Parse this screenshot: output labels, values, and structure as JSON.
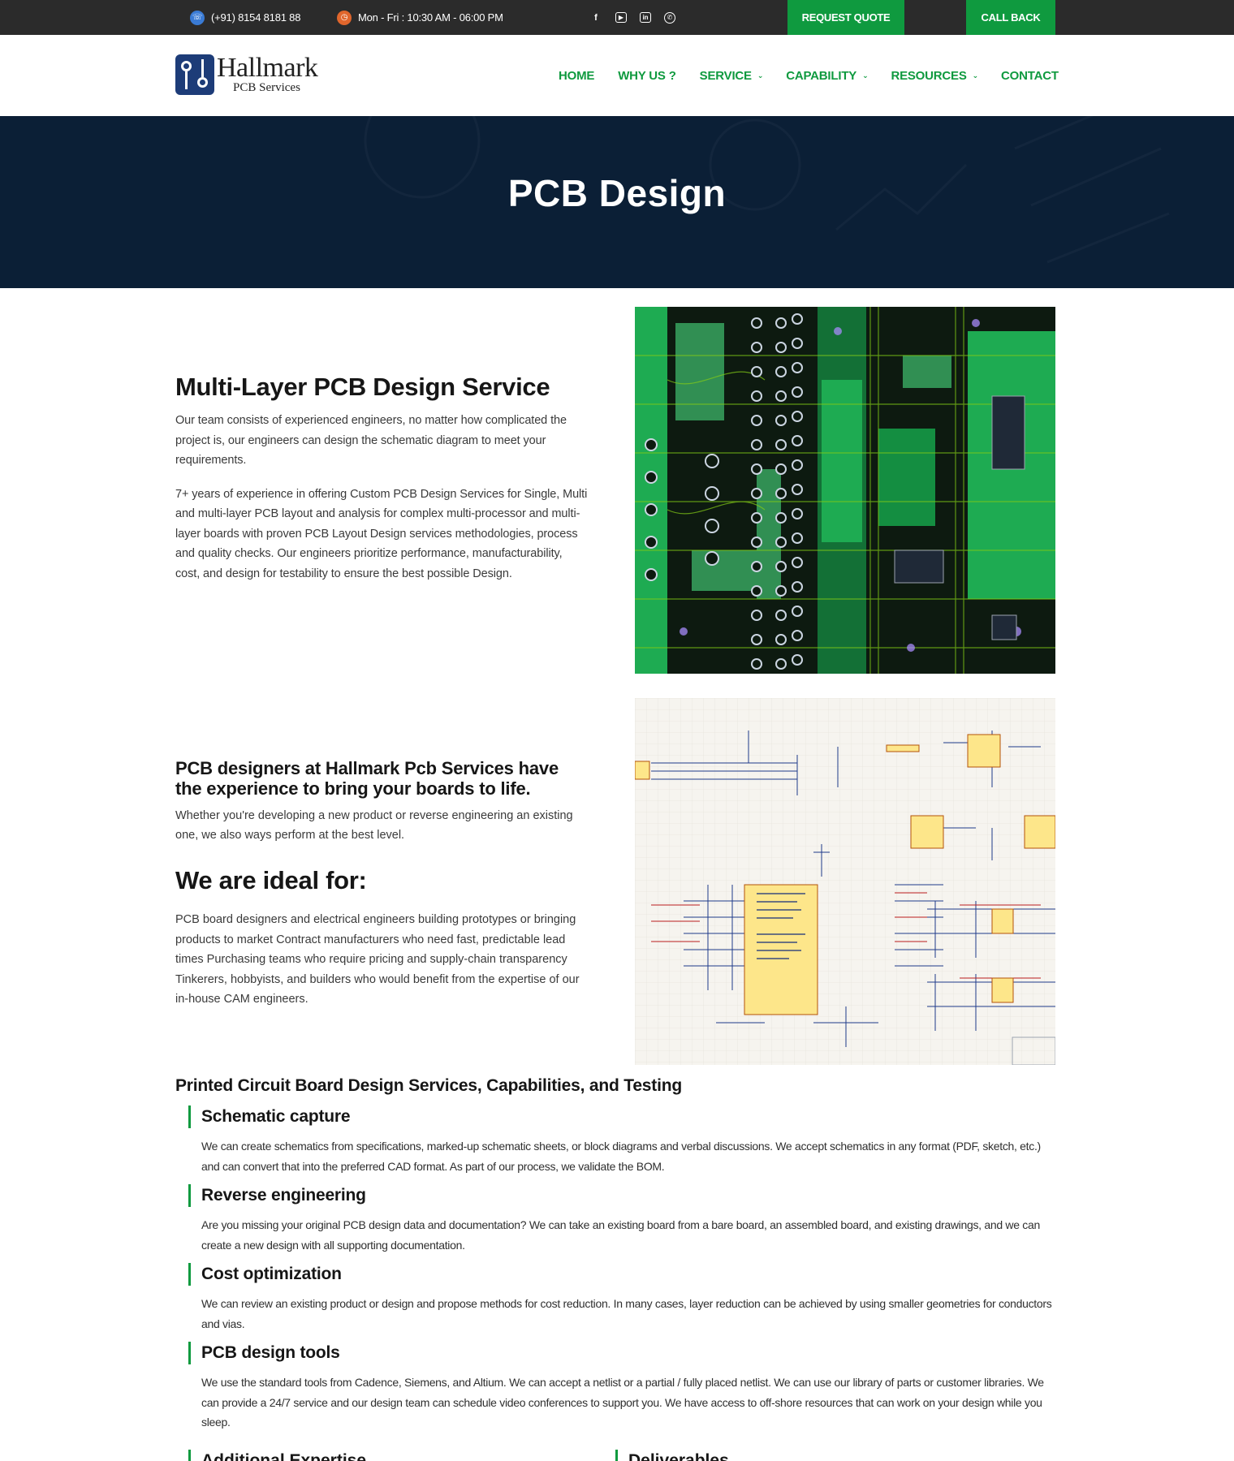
{
  "topbar": {
    "phone": "(+91) 8154 8181 88",
    "hours": "Mon - Fri : 10:30 AM - 06:00 PM",
    "socials": [
      "facebook-icon",
      "youtube-icon",
      "linkedin-icon",
      "whatsapp-icon"
    ],
    "request_quote": "REQUEST QUOTE",
    "call_back": "CALL BACK"
  },
  "header": {
    "logo_name": "Hallmark",
    "logo_sub": "PCB Services",
    "nav": [
      {
        "label": "HOME",
        "dropdown": false
      },
      {
        "label": "WHY US ?",
        "dropdown": false
      },
      {
        "label": "SERVICE",
        "dropdown": true
      },
      {
        "label": "CAPABILITY",
        "dropdown": true
      },
      {
        "label": "RESOURCES",
        "dropdown": true
      },
      {
        "label": "CONTACT",
        "dropdown": false
      }
    ]
  },
  "hero": {
    "title": "PCB Design"
  },
  "section1": {
    "title": "Multi-Layer PCB Design Service",
    "para1": "Our team consists of experienced engineers, no matter how complicated the project is, our engineers can design the schematic diagram to meet your requirements.",
    "para2": "7+ years of experience in offering Custom PCB Design Services for Single, Multi and multi-layer PCB layout and analysis for complex multi-processor and multi-layer boards with proven PCB Layout Design services methodologies, process and quality checks. Our engineers prioritize performance, manufacturability, cost, and design for testability to ensure the best possible Design."
  },
  "section2": {
    "title": "PCB designers at Hallmark Pcb Services have the experience to bring your boards to life.",
    "para": "Whether you're developing a new product or reverse engineering an existing one, we also ways perform at the best level.",
    "ideal_title": "We are ideal for:",
    "ideal_para": "PCB board designers and electrical engineers building prototypes or bringing products to market Contract manufacturers who need fast, predictable lead times Purchasing teams who require pricing and supply-chain transparency Tinkerers, hobbyists, and builders who would benefit from the expertise of our in-house CAM engineers."
  },
  "services": {
    "title": "Printed Circuit Board Design Services, Capabilities, and Testing",
    "items": [
      {
        "title": "Schematic capture",
        "desc": "We can create schematics from specifications, marked-up schematic sheets, or block diagrams and verbal discussions. We accept schematics in any format (PDF, sketch, etc.) and can convert that into the preferred CAD format. As part of our process, we validate the BOM."
      },
      {
        "title": "Reverse engineering",
        "desc": "Are you missing your original PCB design data and documentation? We can take an existing board from a bare board, an assembled board, and existing drawings, and we can create a new design with all supporting documentation."
      },
      {
        "title": "Cost optimization",
        "desc": "We can review an existing product or design and propose methods for cost reduction. In many cases, layer reduction can be achieved by using smaller geometries for conductors and vias."
      },
      {
        "title": "PCB design tools",
        "desc": "We use the standard tools from Cadence, Siemens, and Altium. We can accept a netlist or a partial / fully placed netlist. We can use our library of parts or customer libraries. We can provide a 24/7 service and our design team can schedule video conferences to support you. We have access to off-shore resources that can work on your design while you sleep."
      }
    ],
    "cut_a": "Additional Expertise",
    "cut_b": "Deliverables"
  },
  "colors": {
    "brand_green": "#0f9a3f",
    "hero_bg": "#0b1f36",
    "topbar_bg": "#2b2b2b"
  }
}
